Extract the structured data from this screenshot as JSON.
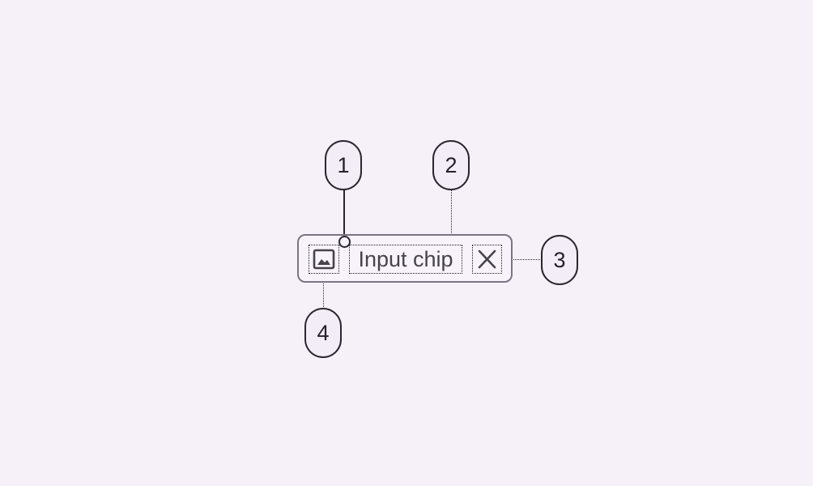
{
  "chip": {
    "label": "Input chip",
    "leading_icon": "image-icon",
    "trailing_icon": "close-icon"
  },
  "callouts": [
    {
      "number": "1"
    },
    {
      "number": "2"
    },
    {
      "number": "3"
    },
    {
      "number": "4"
    }
  ],
  "colors": {
    "background": "#f6f1f9",
    "chip_border": "#7a7582",
    "chip_text": "#47434d",
    "callout_border": "#2a2630",
    "callout_fill": "#f3edf8"
  }
}
